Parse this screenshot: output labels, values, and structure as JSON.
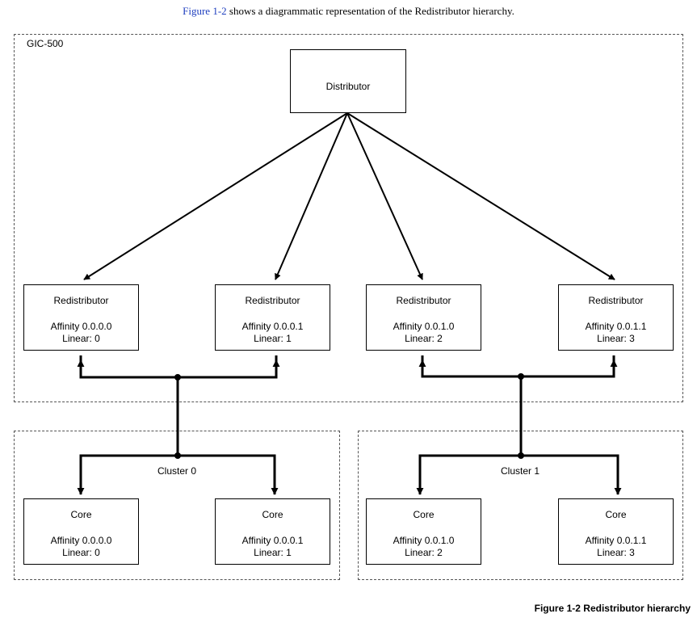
{
  "intro": {
    "link_text": "Figure 1-2",
    "rest_text": " shows a diagrammatic representation of the Redistributor hierarchy."
  },
  "gic_label": "GIC-500",
  "distributor_label": "Distributor",
  "redistributors": [
    {
      "title": "Redistributor",
      "affinity": "Affinity 0.0.0.0",
      "linear": "Linear: 0"
    },
    {
      "title": "Redistributor",
      "affinity": "Affinity 0.0.0.1",
      "linear": "Linear: 1"
    },
    {
      "title": "Redistributor",
      "affinity": "Affinity 0.0.1.0",
      "linear": "Linear: 2"
    },
    {
      "title": "Redistributor",
      "affinity": "Affinity 0.0.1.1",
      "linear": "Linear: 3"
    }
  ],
  "clusters": [
    {
      "label": "Cluster 0"
    },
    {
      "label": "Cluster 1"
    }
  ],
  "cores": [
    {
      "title": "Core",
      "affinity": "Affinity 0.0.0.0",
      "linear": "Linear: 0"
    },
    {
      "title": "Core",
      "affinity": "Affinity 0.0.0.1",
      "linear": "Linear: 1"
    },
    {
      "title": "Core",
      "affinity": "Affinity 0.0.1.0",
      "linear": "Linear: 2"
    },
    {
      "title": "Core",
      "affinity": "Affinity 0.0.1.1",
      "linear": "Linear: 3"
    }
  ],
  "caption": "Figure 1-2 Redistributor hierarchy"
}
